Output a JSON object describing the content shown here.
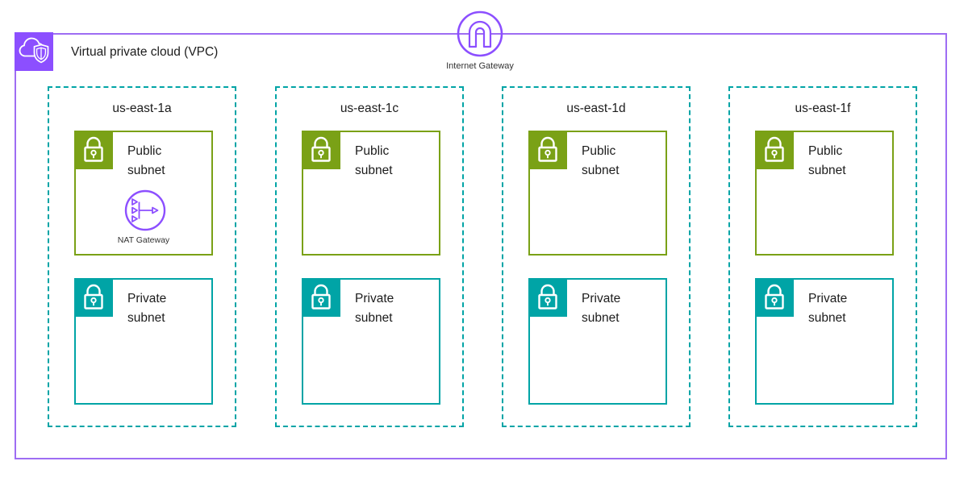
{
  "vpc": {
    "label": "Virtual private cloud (VPC)"
  },
  "internet_gateway": {
    "label": "Internet Gateway"
  },
  "availability_zones": [
    {
      "name": "us-east-1a",
      "public_subnet": {
        "label": "Public subnet",
        "nat_gateway": {
          "label": "NAT Gateway"
        }
      },
      "private_subnet": {
        "label": "Private subnet"
      }
    },
    {
      "name": "us-east-1c",
      "public_subnet": {
        "label": "Public subnet"
      },
      "private_subnet": {
        "label": "Private subnet"
      }
    },
    {
      "name": "us-east-1d",
      "public_subnet": {
        "label": "Public subnet"
      },
      "private_subnet": {
        "label": "Private subnet"
      }
    },
    {
      "name": "us-east-1f",
      "public_subnet": {
        "label": "Public subnet"
      },
      "private_subnet": {
        "label": "Private subnet"
      }
    }
  ],
  "icons": {
    "vpc": "cloud-shield-icon",
    "internet_gateway": "gateway-arch-icon",
    "nat_gateway": "nat-fanout-icon",
    "subnet": "lock-icon"
  },
  "colors": {
    "vpc_purple": "#8C4FFF",
    "vpc_border_purple": "#9E6DF3",
    "public_subnet_green": "#7AA116",
    "private_subnet_teal": "#00A4A6",
    "az_border_teal": "#00A4A6"
  }
}
